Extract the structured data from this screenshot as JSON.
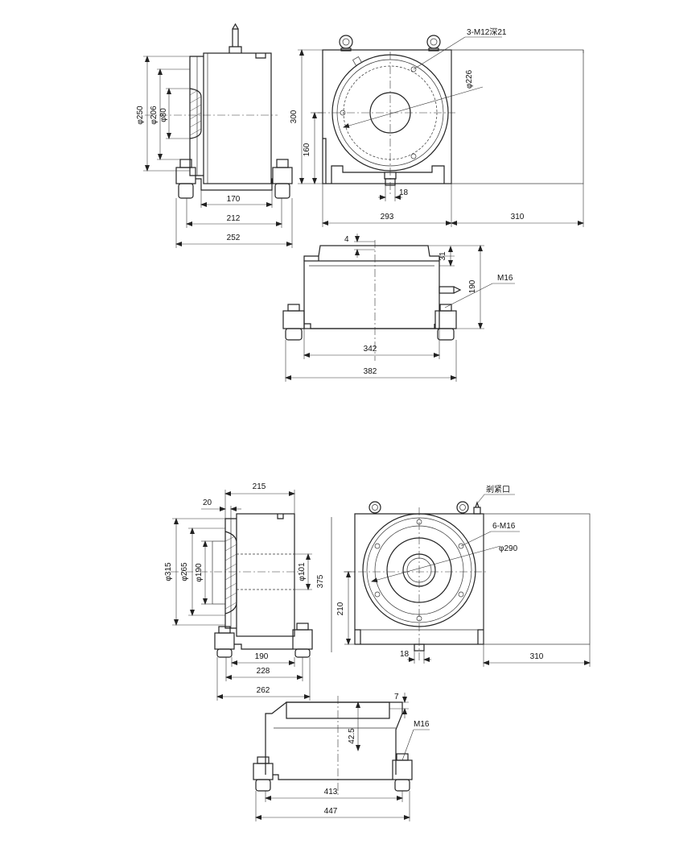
{
  "top": {
    "side": {
      "phi250": "φ250",
      "phi206": "φ206",
      "phi80": "φ80",
      "d170": "170",
      "d212": "212",
      "d252": "252"
    },
    "front": {
      "thread": "3-M12深21",
      "phi226": "φ226",
      "d300": "300",
      "d160": "160",
      "d18": "18",
      "d293": "293",
      "d310": "310"
    },
    "bottom": {
      "d4": "4",
      "d31": "31",
      "d190": "190",
      "m16": "M16",
      "d342": "342",
      "d382": "382"
    }
  },
  "lower": {
    "side": {
      "d215": "215",
      "d20": "20",
      "phi315": "φ315",
      "phi265": "φ265",
      "phi190": "φ190",
      "phi101": "φ101",
      "d375": "375",
      "d190": "190",
      "d228": "228",
      "d262": "262"
    },
    "front": {
      "clamp": "剎紧口",
      "thread": "6-M16",
      "phi290": "φ290",
      "d210": "210",
      "d18": "18",
      "d310": "310"
    },
    "bottom": {
      "d7": "7",
      "d425": "42.5",
      "m16": "M16",
      "d413": "413",
      "d447": "447"
    }
  }
}
